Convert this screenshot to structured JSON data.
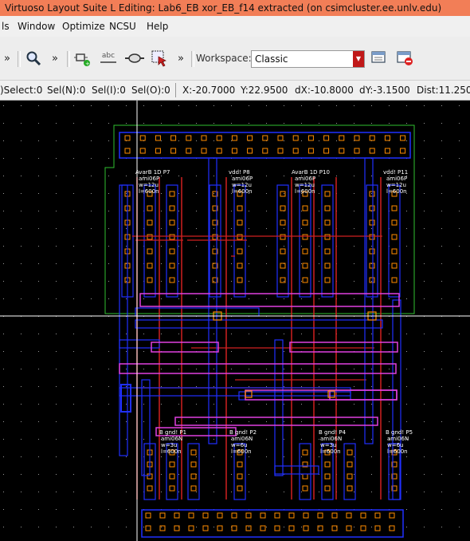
{
  "window": {
    "title": "Virtuoso Layout Suite L Editing: Lab6_EB xor_EB_f14 extracted (on csimcluster.ee.unlv.edu)"
  },
  "menubar": {
    "items": [
      "ls",
      "Window",
      "Optimize",
      "NCSU",
      "Help"
    ]
  },
  "toolbar": {
    "overflow_glyph": "»",
    "workspace_label": "Workspace:",
    "workspace_value": "Classic",
    "abc_label": "abc"
  },
  "status": {
    "select": ")Select:0",
    "sel_n": "Sel(N):0",
    "sel_i": "Sel(I):0",
    "sel_o": "Sel(O):0",
    "x": "X:-20.7000",
    "y": "Y:22.9500",
    "dx": "dX:-10.8000",
    "dy": "dY:-3.1500",
    "dist": "Dist:11.2500"
  },
  "layout_labels": {
    "pmos": [
      {
        "net": "AvarB",
        "inst": "1D",
        "p": "P7",
        "model": "ami06P",
        "w": "w=12u",
        "l": "l=600n"
      },
      {
        "net": "vdd!",
        "inst": "",
        "p": "P8",
        "model": "ami06P",
        "w": "w=12u",
        "l": "l=600n"
      },
      {
        "net": "AvarB",
        "inst": "1D",
        "p": "P10",
        "model": "ami06P",
        "w": "w=12u",
        "l": "l=600n"
      },
      {
        "net": "vdd!",
        "inst": "",
        "p": "P11",
        "model": "ami06P",
        "w": "w=12u",
        "l": "l=600n"
      }
    ],
    "nmos": [
      {
        "net": "gnd!",
        "inst": "B",
        "p": "P1",
        "model": "ami06N",
        "w": "w=3u",
        "l": "l=600n"
      },
      {
        "net": "gnd!",
        "inst": "B",
        "p": "P2",
        "model": "ami06N",
        "w": "w=6u",
        "l": "l=600n"
      },
      {
        "net": "gnd!",
        "inst": "B",
        "p": "P4",
        "model": "ami06N",
        "w": "w=3u",
        "l": "l=600n"
      },
      {
        "net": "gnd!",
        "inst": "B",
        "p": "P5",
        "model": "ami06N",
        "w": "w=6u",
        "l": "l=600n"
      }
    ]
  },
  "colors": {
    "titlebar": "#F27E57",
    "background": "#000000",
    "metal1": "#2030FF",
    "poly": "#D02020",
    "metal2": "#E040E0",
    "nwell": "#30C030",
    "contact": "#FF8C00",
    "label": "#FF8C00",
    "crosshair": "#FFFFFF"
  }
}
